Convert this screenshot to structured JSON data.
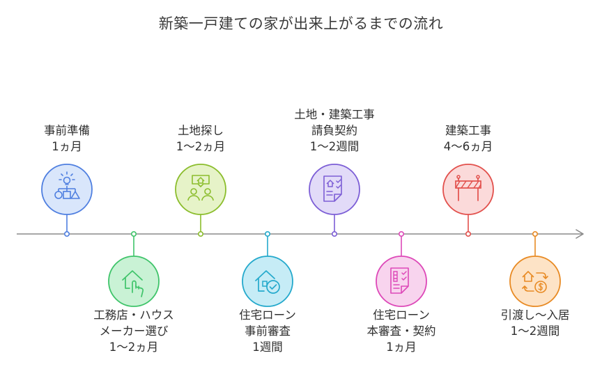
{
  "title": "新築一戸建ての家が出来上がるまでの流れ",
  "steps": [
    {
      "lines": [
        "事前準備",
        "1ヵ月"
      ],
      "color": "#4f7fe0",
      "fill": "#d9e6fb",
      "icon": "idea-flowchart-icon"
    },
    {
      "lines": [
        "工務店・ハウス",
        "メーカー選び",
        "1〜2ヵ月"
      ],
      "color": "#3fc46a",
      "fill": "#c9f2d5",
      "icon": "house-hand-icon"
    },
    {
      "lines": [
        "土地探し",
        "1〜2ヵ月"
      ],
      "color": "#8bbd2c",
      "fill": "#e6f3c8",
      "icon": "land-people-icon"
    },
    {
      "lines": [
        "住宅ローン",
        "事前審査",
        "1週間"
      ],
      "color": "#24a9cc",
      "fill": "#c6ecf6",
      "icon": "house-check-icon"
    },
    {
      "lines": [
        "土地・建築工事",
        "請負契約",
        "1〜2週間"
      ],
      "color": "#7c5ed6",
      "fill": "#e2dbf8",
      "icon": "contract-house-icon"
    },
    {
      "lines": [
        "住宅ローン",
        "本審査・契約",
        "1ヵ月"
      ],
      "color": "#dd48b8",
      "fill": "#f8d4ee",
      "icon": "document-check-icon"
    },
    {
      "lines": [
        "建築工事",
        "4〜6ヵ月"
      ],
      "color": "#e2504c",
      "fill": "#fbdada",
      "icon": "construction-barrier-icon"
    },
    {
      "lines": [
        "引渡し〜入居",
        "1〜2週間"
      ],
      "color": "#e88a23",
      "fill": "#fde3c6",
      "icon": "house-money-exchange-icon"
    }
  ]
}
